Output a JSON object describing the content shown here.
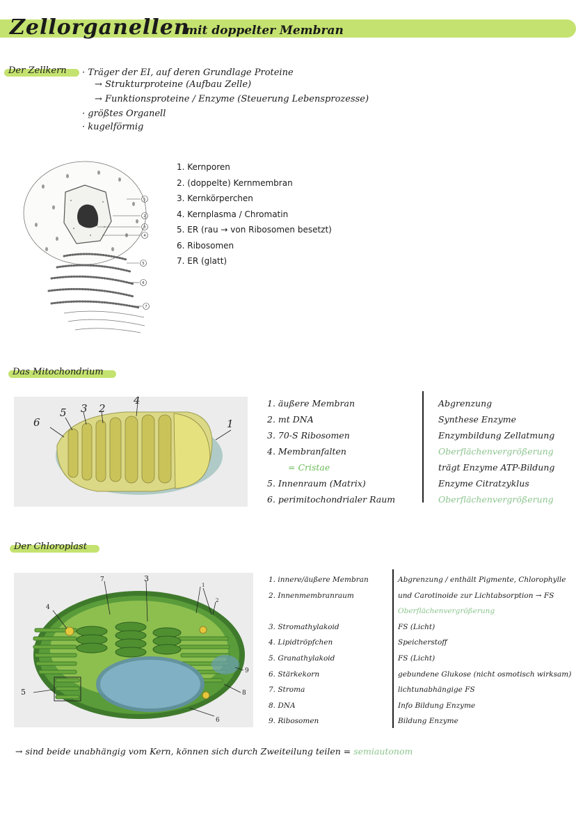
{
  "title": {
    "main": "Zellorganellen",
    "sub": "mit doppelter Membran"
  },
  "nucleus": {
    "heading": "Der Zellkern",
    "bullets": [
      "Träger der EI, auf deren Grundlage Proteine",
      "→ Strukturproteine (Aufbau Zelle)",
      "→ Funktionsproteine / Enzyme (Steuerung Lebensprozesse)",
      "größtes Organell",
      "kugelförmig"
    ],
    "diagram_labels": [
      "1",
      "2",
      "3",
      "4",
      "5",
      "6",
      "7"
    ],
    "parts": [
      "1. Kernporen",
      "2. (doppelte) Kernmembran",
      "3. Kernkörperchen",
      "4. Kernplasma / Chromatin",
      "5. ER (rau → von Ribosomen besetzt)",
      "6. Ribosomen",
      "7. ER (glatt)"
    ]
  },
  "mitochondrion": {
    "heading": "Das Mitochondrium",
    "diagram_labels": [
      "6",
      "5",
      "3",
      "2",
      "4",
      "1"
    ],
    "parts": [
      "1. äußere Membran",
      "2. mt DNA",
      "3. 70-S Ribosomen",
      "4. Membranfalten",
      "= Cristae",
      "5. Innenraum (Matrix)",
      "6. perimitochondrialer Raum"
    ],
    "functions": [
      "Abgrenzung",
      "Synthese Enzyme",
      "Enzymbildung Zellatmung",
      "Oberflächenvergrößerung",
      "trägt Enzyme ATP-Bildung",
      "Enzyme Citratzyklus",
      "Oberflächenvergrößerung"
    ]
  },
  "chloroplast": {
    "heading": "Der Chloroplast",
    "diagram_labels": [
      "7",
      "3",
      "1",
      "2",
      "4",
      "9",
      "8",
      "5",
      "6"
    ],
    "parts": [
      "1. innere/äußere Membran",
      "2. Innenmembranraum",
      "3. Stromathylakoid",
      "4. Lipidtröpfchen",
      "5. Granathylakoid",
      "6. Stärkekorn",
      "7. Stroma",
      "8. DNA",
      "9. Ribosomen"
    ],
    "functions": [
      "Abgrenzung / enthält Pigmente, Chlorophylle",
      "und Carotinoide zur Lichtabsorption → FS",
      "Oberflächenvergrößerung",
      "FS (Licht)",
      "Speicherstoff",
      "FS (Licht)",
      "gebundene Glukose (nicht osmotisch wirksam)",
      "lichtunabhängige FS",
      "Info Bildung Enzyme",
      "Bildung Enzyme"
    ]
  },
  "conclusion": {
    "text": "→ sind beide unabhängig vom Kern, können sich durch Zweiteilung teilen =",
    "highlight": "semiautonom"
  },
  "colors": {
    "accent": "#c4e26f",
    "green_text": "#8bc48d",
    "chloro_green": "#5d9a3c",
    "mito_yellow": "#d9d56a"
  }
}
